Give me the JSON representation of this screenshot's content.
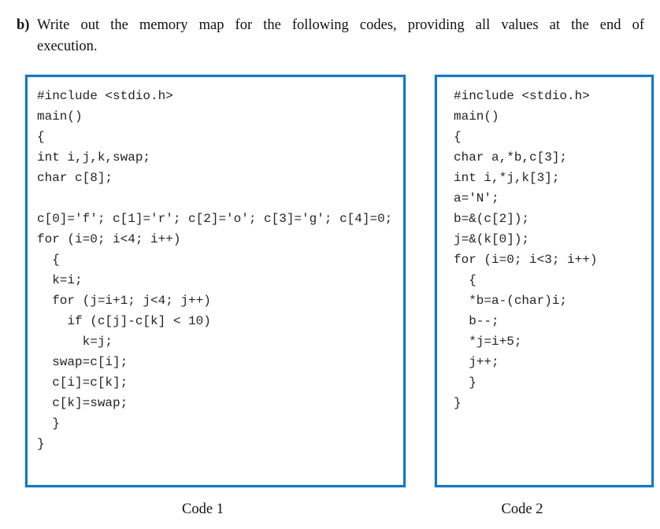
{
  "header": {
    "label": "b)",
    "line1": "Write out the memory map for the following codes, providing all values at the end of",
    "line2": "execution."
  },
  "code1": {
    "caption": "Code 1",
    "lines": [
      "#include <stdio.h>",
      "main()",
      "{",
      "int i,j,k,swap;",
      "char c[8];",
      "",
      "c[0]='f'; c[1]='r'; c[2]='o'; c[3]='g'; c[4]=0;",
      "for (i=0; i<4; i++)",
      "  {",
      "  k=i;",
      "  for (j=i+1; j<4; j++)",
      "    if (c[j]-c[k] < 10)",
      "      k=j;",
      "  swap=c[i];",
      "  c[i]=c[k];",
      "  c[k]=swap;",
      "  }",
      "}"
    ]
  },
  "code2": {
    "caption": "Code 2",
    "lines": [
      "#include <stdio.h>",
      "main()",
      "{",
      "char a,*b,c[3];",
      "int i,*j,k[3];",
      "a='N';",
      "b=&(c[2]);",
      "j=&(k[0]);",
      "for (i=0; i<3; i++)",
      "  {",
      "  *b=a-(char)i;",
      "  b--;",
      "  *j=i+5;",
      "  j++;",
      "  }",
      "}"
    ]
  },
  "colors": {
    "box_border": "#1777c5",
    "code_text": "#23232c"
  }
}
